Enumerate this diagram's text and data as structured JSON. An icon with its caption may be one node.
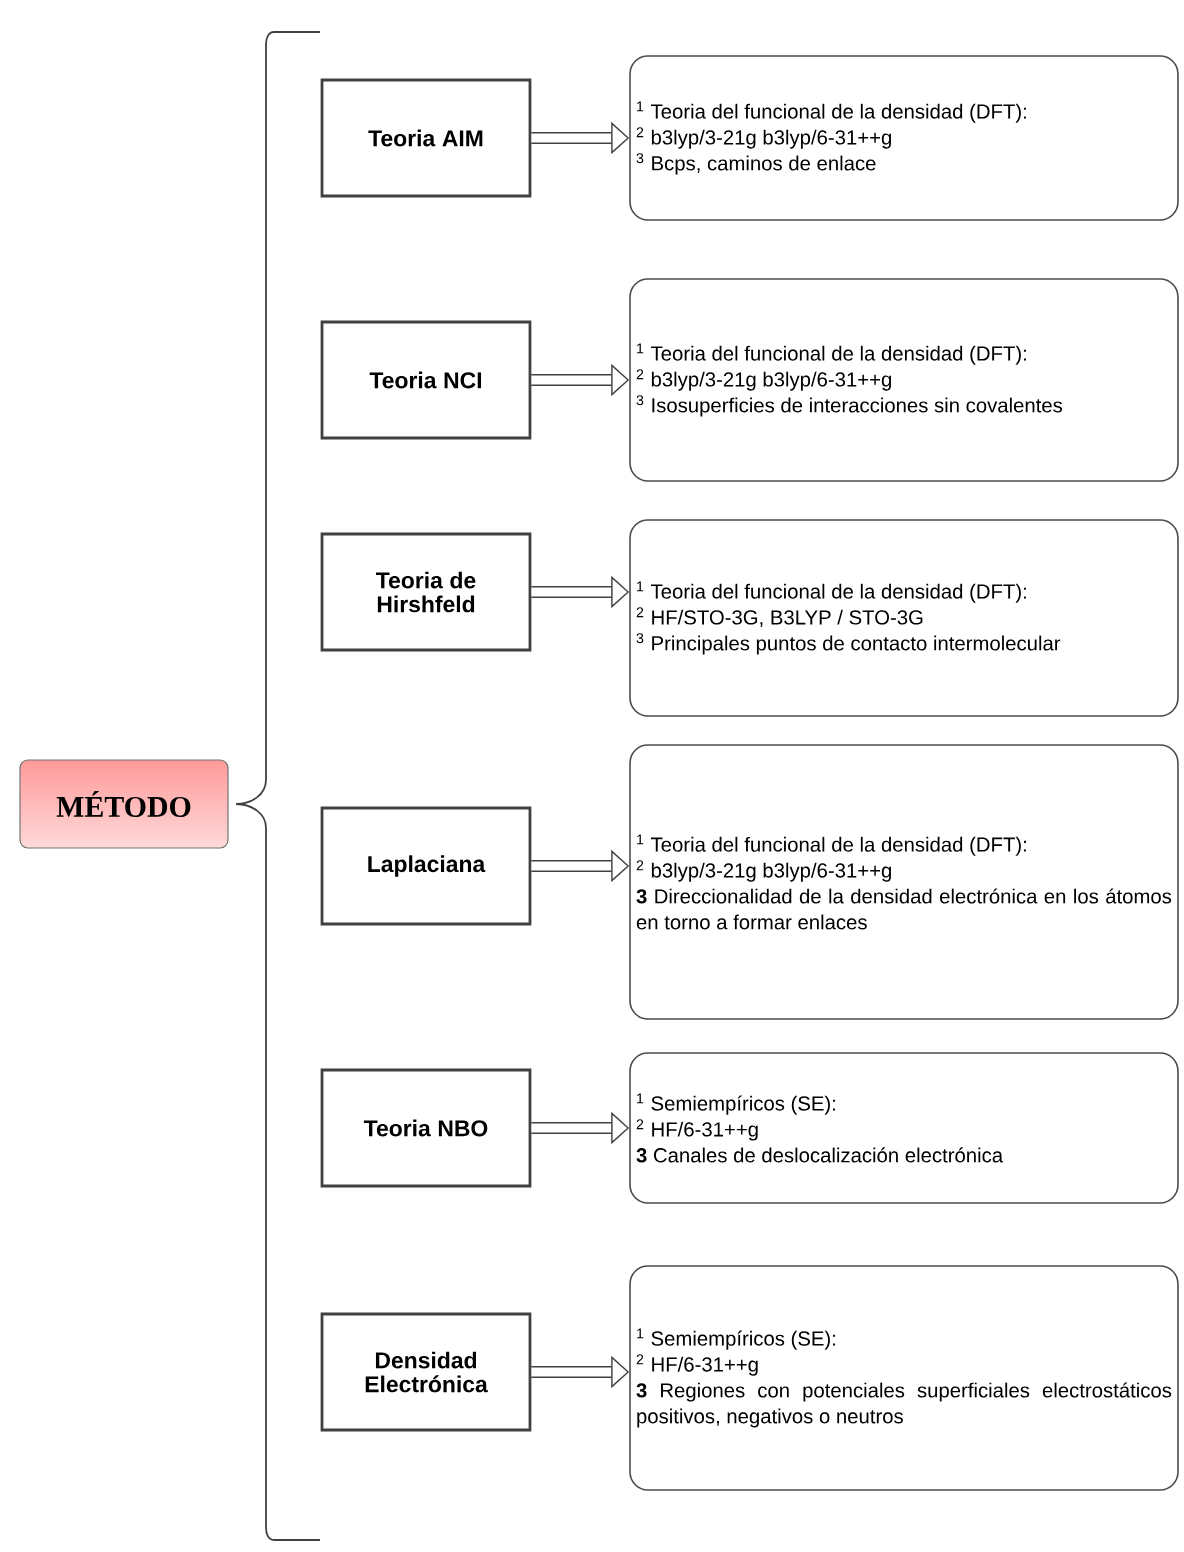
{
  "diagram": {
    "nodes": [
      {
        "text": [
          "MÉTODO"
        ]
      },
      {
        "text": [
          "Teoria AIM"
        ]
      },
      {
        "text": [
          "$^{1}$ Teoria del funcional de la densidad (DFT):",
          "$^{2}$ b3lyp/3-21g b3lyp/6-31++g",
          "$^{3}$ Bcps, caminos de enlace"
        ]
      },
      {
        "text": [
          "Teoria NCI"
        ]
      },
      {
        "text": [
          "$^{1}$ Teoria del funcional de la densidad (DFT):",
          "$^{2}$ b3lyp/3-21g b3lyp/6-31++g",
          "$^{3}$ Isosuperficies de interacciones sin covalentes"
        ]
      },
      {
        "text": [
          "Teoria de Hirshfeld"
        ]
      },
      {
        "text": [
          "$^{1}$ Teoria del funcional de la densidad (DFT):",
          "$^{2}$ HF/STO-3G, B3LYP / STO-3G",
          "$^{3}$ Principales puntos de contacto intermolecular"
        ]
      },
      {
        "text": [
          "Laplaciana"
        ]
      },
      {
        "text": [
          "$^{1}$ Teoria del funcional de la densidad (DFT):",
          "$^{2}$ b3lyp/3-21g b3lyp/6-31++g",
          "**3** Direccionalidad de la densidad electrónica en los átomos en torno a formar enlaces"
        ]
      },
      {
        "text": [
          "Teoria NBO"
        ]
      },
      {
        "text": [
          "$^{1}$ Semiempíricos (SE):",
          "$^{2}$ HF/6-31++g",
          "**3** Canales de deslocalización electrónica"
        ]
      },
      {
        "text": [
          "Densidad Electrónica"
        ]
      },
      {
        "text": [
          "$^{1}$ Semiempíricos (SE):",
          "$^{2}$ HF/6-31++g",
          "**3** Regiones con potenciales superficiales electrostáticos positivos, negativos o neutros"
        ]
      }
    ],
    "edges": [
      {
        "from": 1,
        "to": 2,
        "arrow": "to"
      },
      {
        "from": 3,
        "to": 4,
        "arrow": "to"
      },
      {
        "from": 5,
        "to": 6,
        "arrow": "to"
      },
      {
        "from": 7,
        "to": 8,
        "arrow": "to"
      },
      {
        "from": 9,
        "to": 10,
        "arrow": "to"
      },
      {
        "from": 11,
        "to": 12,
        "arrow": "to"
      }
    ]
  }
}
